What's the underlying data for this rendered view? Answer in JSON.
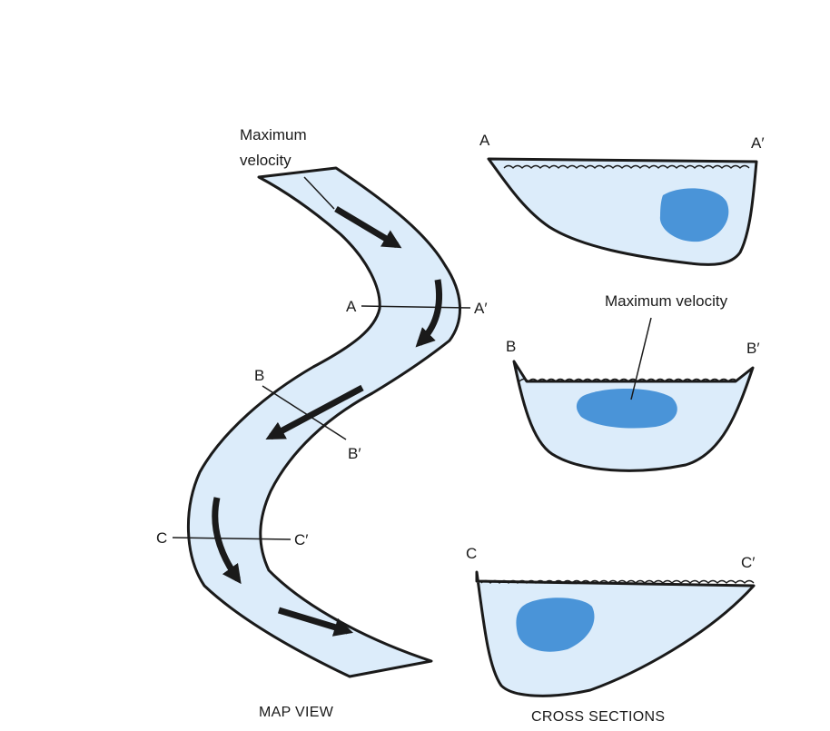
{
  "map_view": {
    "callout": [
      "Maximum",
      "velocity"
    ],
    "sections": [
      {
        "left": "A",
        "right": "A′"
      },
      {
        "left": "B",
        "right": "B′"
      },
      {
        "left": "C",
        "right": "C′"
      }
    ],
    "caption": "MAP VIEW"
  },
  "cross_sections": {
    "sections": [
      {
        "left": "A",
        "right": "A′"
      },
      {
        "left": "B",
        "right": "B′"
      },
      {
        "left": "C",
        "right": "C′"
      }
    ],
    "callout": "Maximum velocity",
    "caption": "CROSS SECTIONS"
  },
  "colors": {
    "water": "#dcecfa",
    "max_velocity_zone": "#4a94d8",
    "outline": "#1a1a1a"
  }
}
